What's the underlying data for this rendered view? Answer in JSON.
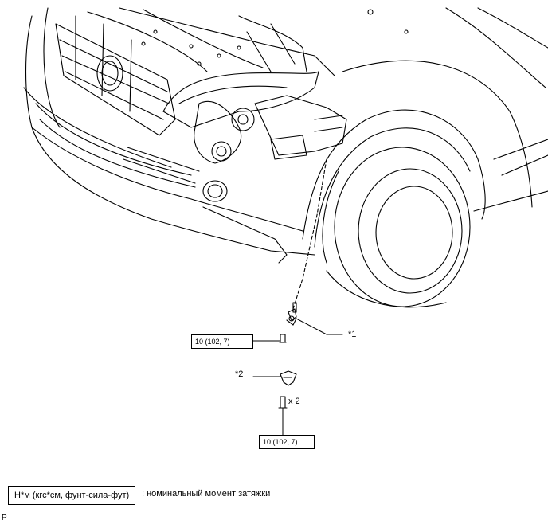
{
  "callouts": {
    "item1": "*1",
    "item2": "*2"
  },
  "torque": {
    "upper": "10 (102, 7)",
    "lower": "10 (102, 7)"
  },
  "quantity": "x 2",
  "legend": {
    "unit": "Н*м (кгс*см, фунт-сила-фут)",
    "description": ": номинальный момент затяжки"
  },
  "corner_mark": "P"
}
